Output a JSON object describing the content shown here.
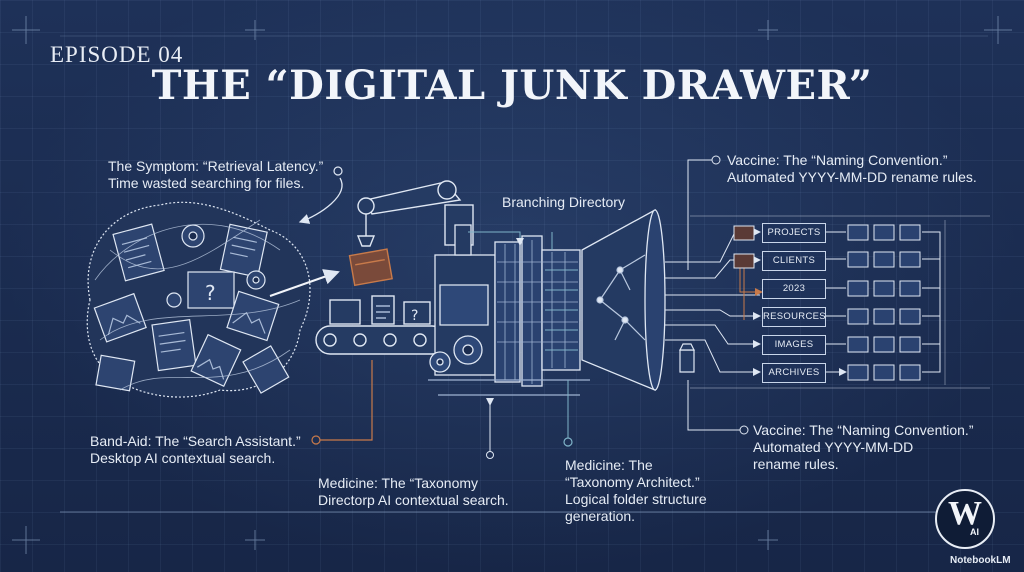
{
  "header": {
    "episode": "EPISODE 04",
    "title": "THE “DIGITAL JUNK DRAWER”"
  },
  "captions": {
    "symptom": [
      "The Symptom: “Retrieval Latency.”",
      "Time wasted searching for files."
    ],
    "band_aid": [
      "Band-Aid: The “Search Assistant.”",
      "Desktop AI contextual search."
    ],
    "medicine_1": [
      "Medicine: The “Taxonomy",
      "Directorp AI contextual search."
    ],
    "medicine_2": [
      "Medicine: The",
      "“Taxonomy Architect.”",
      "Logical folder structure",
      "generation."
    ],
    "branching": "Branching Directory",
    "vaccine_top": [
      "Vaccine: The “Naming Convention.”",
      "Automated YYYY-MM-DD rename rules."
    ],
    "vaccine_bottom": [
      "Vaccine: The “Naming Convention.”",
      "Automated YYYY-MM-DD",
      "rename rules."
    ]
  },
  "folders": [
    "PROJECTS",
    "CLIENTS",
    "2023",
    "RESOURCES",
    "IMAGES",
    "ARCHIVES"
  ],
  "badge": {
    "letter": "W",
    "sub": "AI"
  },
  "credit": "NotebookLM",
  "colors": {
    "background": "#1b2c4f",
    "line": "#c9d6ea",
    "accent": "#c87a4a",
    "teal": "#7fb3c8"
  }
}
